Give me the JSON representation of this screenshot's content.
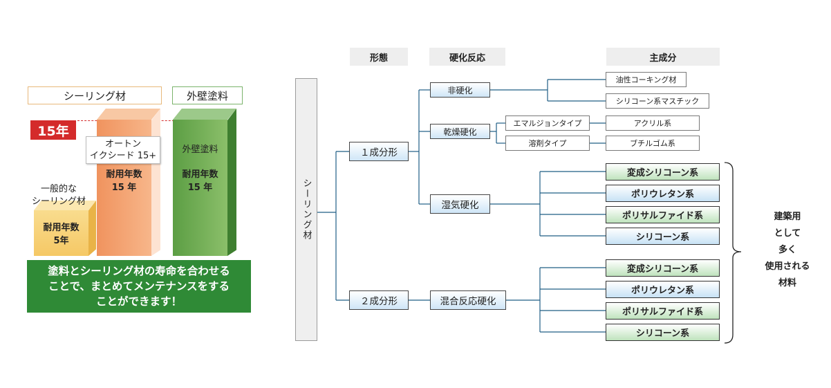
{
  "left": {
    "sealing_tag": "シーリング材",
    "paint_tag": "外壁塗料",
    "badge": "15年",
    "general_label": "一般的な\nシーリング材",
    "general_bar_text": "耐用年数\n5年",
    "product_label": "オートン\nイクシード 15+",
    "product_bar_text": "耐用年数\n15 年",
    "paint_bar_title": "外壁塗料",
    "paint_bar_text": "耐用年数\n15 年",
    "banner": "塗料とシーリング材の寿命を合わせる\nことで、まとめてメンテナンスをする\nことができます！",
    "colors": {
      "badge": "#d42b2b",
      "banner": "#2f8a36",
      "orange_bar": "#f2a36f",
      "green_bar": "#4f9a3c",
      "yellow_bar": "#f7d27a"
    }
  },
  "diagram": {
    "headers": {
      "form": "形態",
      "cure": "硬化反応",
      "main": "主成分"
    },
    "root": "シーリング材",
    "one_part": "１成分形",
    "two_part": "２成分形",
    "non_cure": "非硬化",
    "dry_cure": "乾燥硬化",
    "moist_cure": "湿気硬化",
    "mix_cure": "混合反応硬化",
    "emulsion": "エマルジョンタイプ",
    "solvent": "溶剤タイプ",
    "oil_caulk": "油性コーキング材",
    "silicone_mastic": "シリコーン系マスチック",
    "acrylic": "アクリル系",
    "butyl": "ブチルゴム系",
    "moist_materials": [
      "変成シリコーン系",
      "ポリウレタン系",
      "ポリサルファイド系",
      "シリコーン系"
    ],
    "mix_materials": [
      "変成シリコーン系",
      "ポリウレタン系",
      "ポリサルファイド系",
      "シリコーン系"
    ],
    "side_note": "建築用\nとして\n多く\n使用される\n材料"
  }
}
